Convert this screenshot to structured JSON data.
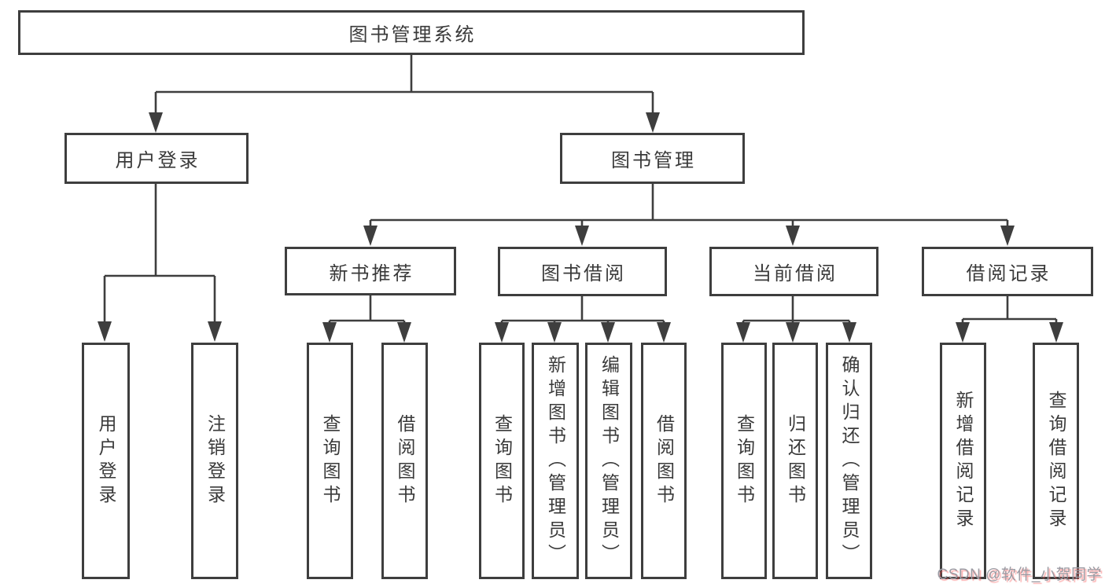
{
  "page": {
    "background": "#ffffff",
    "line_color": "#3e3e3e",
    "text_color": "#3a3a3a"
  },
  "tree": {
    "root": {
      "label": "图书管理系统",
      "children": [
        {
          "label": "用户登录",
          "children": [
            {
              "label": "用户登录"
            },
            {
              "label": "注销登录"
            }
          ]
        },
        {
          "label": "图书管理",
          "children": [
            {
              "label": "新书推荐",
              "children": [
                {
                  "label": "查询图书"
                },
                {
                  "label": "借阅图书"
                }
              ]
            },
            {
              "label": "图书借阅",
              "children": [
                {
                  "label": "查询图书"
                },
                {
                  "label": "新增图书（管理员）"
                },
                {
                  "label": "编辑图书（管理员）"
                },
                {
                  "label": "借阅图书"
                }
              ]
            },
            {
              "label": "当前借阅",
              "children": [
                {
                  "label": "查询图书"
                },
                {
                  "label": "归还图书"
                },
                {
                  "label": "确认归还（管理员）"
                }
              ]
            },
            {
              "label": "借阅记录",
              "children": [
                {
                  "label": "新增借阅记录"
                },
                {
                  "label": "查询借阅记录"
                }
              ]
            }
          ]
        }
      ]
    }
  },
  "watermark": {
    "text": "CSDN @软件_小贺同学",
    "color": "#9b9ba3",
    "accent_color": "#fc5a5a"
  }
}
